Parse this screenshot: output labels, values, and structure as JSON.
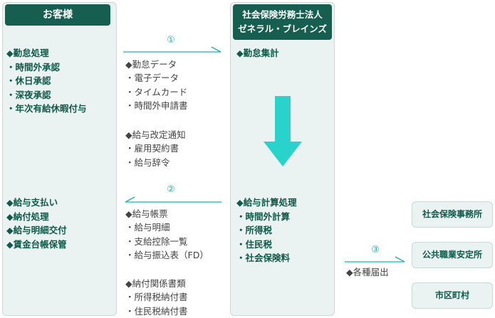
{
  "customer": {
    "title": "お客様",
    "attendance": [
      "◆勤怠処理",
      "・時間外承認",
      "・休日承認",
      "・深夜承認",
      "・年次有給休暇付与"
    ],
    "payroll": [
      "◆給与支払い",
      "◆納付処理",
      "◆給与明細交付",
      "◆賃金台帳保管"
    ]
  },
  "firm": {
    "title_line1": "社会保険労務士法人",
    "title_line2": "ゼネラル・ブレインズ",
    "aggregate": [
      "◆勤怠集計"
    ],
    "payroll_calc": [
      "◆給与計算処理",
      "・時間外計算",
      "・所得税",
      "・住民税",
      "・社会保険料"
    ]
  },
  "flow": {
    "step1": {
      "number": "①",
      "group_a": [
        "◆勤怠データ",
        "・電子データ",
        "・タイムカード",
        "・時間外申請書"
      ],
      "group_b": [
        "◆給与改定通知",
        "・雇用契約書",
        "・給与辞令"
      ]
    },
    "step2": {
      "number": "②",
      "group_a": [
        "◆給与帳票",
        "・給与明細",
        "・支給控除一覧",
        "・給与振込表（FD）"
      ],
      "group_b": [
        "◆納付関係書類",
        "・所得税納付書",
        "・住民税納付書"
      ]
    },
    "step3": {
      "number": "③",
      "label": "◆各種届出"
    }
  },
  "destinations": [
    "社会保険事務所",
    "公共職業安定所",
    "市区町村"
  ],
  "colors": {
    "header": "#165e4f",
    "panel": "#eaf3f1",
    "accent": "#1fb0aa",
    "arrow": "#27d3cb"
  }
}
